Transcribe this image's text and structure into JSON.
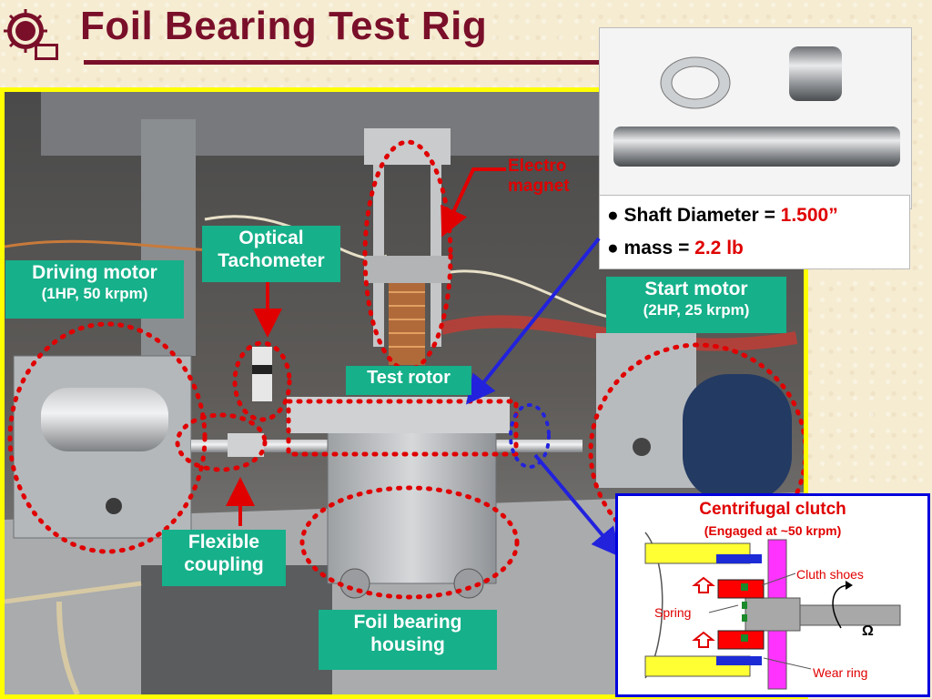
{
  "header": {
    "title": "Foil Bearing Test Rig",
    "logo": "tamu-turbomachinery-laboratory-logo"
  },
  "shaft_info": {
    "bullet_1_label": "● Shaft Diameter = ",
    "bullet_1_value": "1.500”",
    "bullet_2_label": "● mass = ",
    "bullet_2_value": "2.2 lb"
  },
  "labels": {
    "electro_magnet": "Electro\nmagnet",
    "optical_tachometer": "Optical\nTachometer",
    "driving_motor_title": "Driving motor",
    "driving_motor_spec": "(1HP, 50 krpm)",
    "start_motor_title": "Start motor",
    "start_motor_spec": "(2HP, 25 krpm)",
    "test_rotor": "Test rotor",
    "flexible_coupling": "Flexible\ncoupling",
    "foil_bearing_housing": "Foil bearing\nhousing"
  },
  "clutch": {
    "title": "Centrifugal clutch",
    "subtitle": "(Engaged at ~50 krpm)",
    "cluth_shoes": "Cluth shoes",
    "spring": "Spring",
    "omega": "Ω",
    "wear_ring": "Wear ring"
  },
  "colors": {
    "title": "#7a0f2a",
    "photo_border": "#ffff00",
    "label_bg": "#16b08a",
    "highlight": "#e00000",
    "callout_arrow": "#2222dd"
  }
}
